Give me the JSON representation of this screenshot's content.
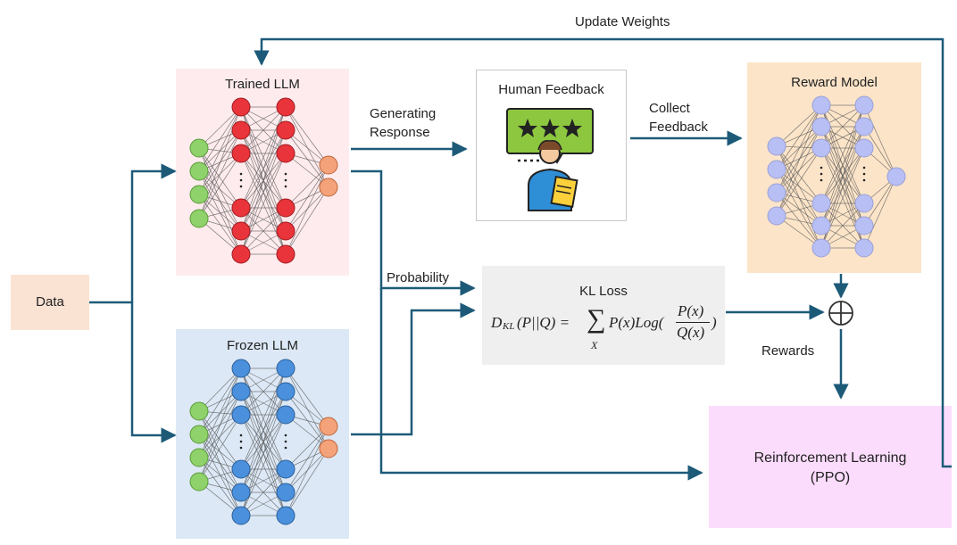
{
  "data_box": {
    "label": "Data"
  },
  "trained_llm": {
    "title": "Trained LLM"
  },
  "frozen_llm": {
    "title": "Frozen LLM"
  },
  "human_feedback": {
    "title": "Human Feedback"
  },
  "reward_model": {
    "title": "Reward Model"
  },
  "kl_loss": {
    "title": "KL Loss",
    "formula_lhs": "D",
    "formula_sub": "KL",
    "formula_args": "(P||Q) =",
    "sum_symbol": "∑",
    "sum_index": "X",
    "formula_mid": "P(x)Log(",
    "frac_num": "P(x)",
    "frac_den": "Q(x)",
    "formula_end": ")"
  },
  "rl": {
    "line1": "Reinforcement Learning",
    "line2": "(PPO)"
  },
  "edges": {
    "update_weights": "Update Weights",
    "generating": "Generating",
    "response": "Response",
    "collect": "Collect",
    "feedback": "Feedback",
    "probability": "Probability",
    "rewards": "Rewards"
  },
  "colors": {
    "arrow": "#1d5a78",
    "data_bg": "#fbe3d3",
    "trained_bg": "#fdebed",
    "frozen_bg": "#dce8f5",
    "reward_bg": "#fbe4c8",
    "kl_bg": "#efefef",
    "rl_bg": "#fcdcfc",
    "input_node": "#8fd16a",
    "trained_hidden": "#e8343a",
    "frozen_hidden": "#4a90dc",
    "output_node": "#f4a27a",
    "reward_node": "#b8bff4"
  },
  "icons": [
    "human-feedback-icon",
    "plus-circle-icon"
  ]
}
